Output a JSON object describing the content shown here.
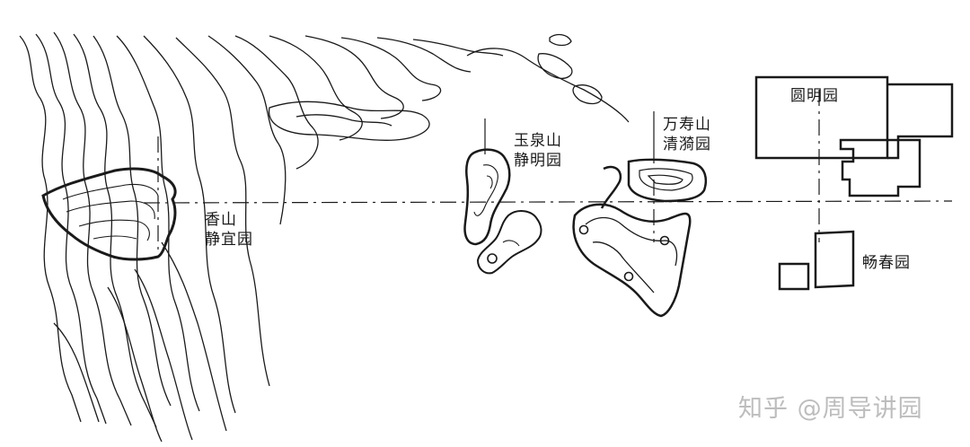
{
  "labels": {
    "xiangshan": {
      "line1": "香山",
      "line2": "静宜园"
    },
    "yuquanshan": {
      "line1": "玉泉山",
      "line2": "静明园"
    },
    "wanshoushan": {
      "line1": "万寿山",
      "line2": "清漪园"
    },
    "yuanmingyuan": "圆明园",
    "changchunyuan": "畅春园"
  },
  "watermark": "知乎 @周导讲园",
  "colors": {
    "ink": "#1a1a1a",
    "watermark": "#bdbdbd",
    "background": "#ffffff"
  }
}
